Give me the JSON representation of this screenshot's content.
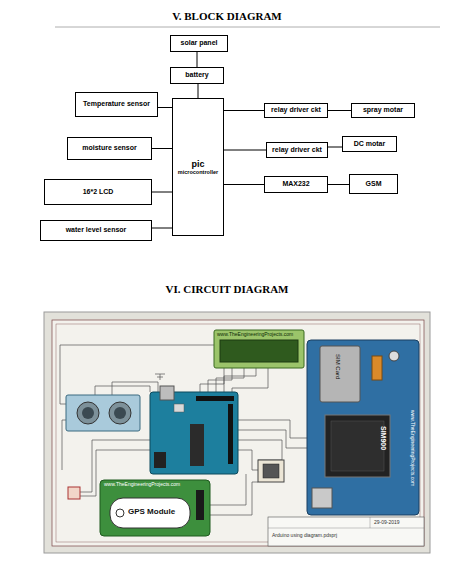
{
  "diagram": {
    "title": "V. BLOCK DIAGRAM",
    "nodes": [
      {
        "text": [
          "solar panel"
        ]
      },
      {
        "text": [
          "battery"
        ]
      },
      {
        "text": [
          "Temperature sensor"
        ]
      },
      {
        "text": [
          "pic",
          "microcontroller"
        ]
      },
      {
        "text": [
          "relay driver ckt"
        ]
      },
      {
        "text": [
          "spray motar"
        ]
      },
      {
        "text": [
          "moisture sensor"
        ]
      },
      {
        "text": [
          "relay driver ckt"
        ]
      },
      {
        "text": [
          "DC motar"
        ]
      },
      {
        "text": [
          "16*2 LCD"
        ]
      },
      {
        "text": [
          "MAX232"
        ]
      },
      {
        "text": [
          "GSM"
        ]
      },
      {
        "text": [
          "water level sensor"
        ]
      },
      {
        "text": [
          "www.TheEngineeringProjects.com"
        ]
      },
      {
        "text": [
          "SIM Card",
          "www.TheEngineeringProjects.com",
          "SIM900"
        ]
      },
      {
        "text": [
          "www.TheEngineeringProjects.com",
          "GPS Module"
        ]
      }
    ],
    "edges": [
      {
        "from": 0,
        "to": 1,
        "arrow": "none"
      },
      {
        "from": 1,
        "to": 3,
        "arrow": "none"
      },
      {
        "from": 2,
        "to": 3,
        "arrow": "none"
      },
      {
        "from": 3,
        "to": 4,
        "arrow": "none"
      },
      {
        "from": 4,
        "to": 5,
        "arrow": "none"
      },
      {
        "from": 6,
        "to": 3,
        "arrow": "none"
      },
      {
        "from": 3,
        "to": 7,
        "arrow": "none"
      },
      {
        "from": 7,
        "to": 8,
        "arrow": "none"
      },
      {
        "from": 9,
        "to": 3,
        "arrow": "none"
      },
      {
        "from": 3,
        "to": 10,
        "arrow": "none"
      },
      {
        "from": 10,
        "to": 11,
        "arrow": "none"
      },
      {
        "from": 12,
        "to": 3,
        "arrow": "none"
      }
    ],
    "labels": [
      "VI. CIRCUIT DIAGRAM",
      "29-09-2019",
      "Arduino using diagram.pdsprj"
    ]
  }
}
